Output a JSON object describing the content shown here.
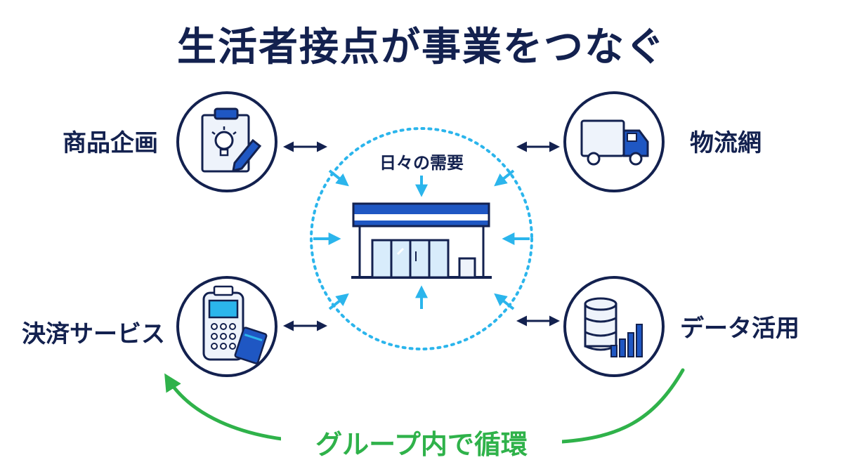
{
  "title": "生活者接点が事業をつなぐ",
  "center": {
    "label": "日々の需要"
  },
  "nodes": {
    "planning": "商品企画",
    "logistics": "物流網",
    "payment": "決済サービス",
    "data": "データ活用"
  },
  "cycle_label": "グループ内で循環",
  "colors": {
    "navy": "#13214f",
    "accent_blue": "#1f57c3",
    "light_blue": "#2bb5ec",
    "green": "#2fb24a",
    "icon_fill": "#eef3fb"
  }
}
